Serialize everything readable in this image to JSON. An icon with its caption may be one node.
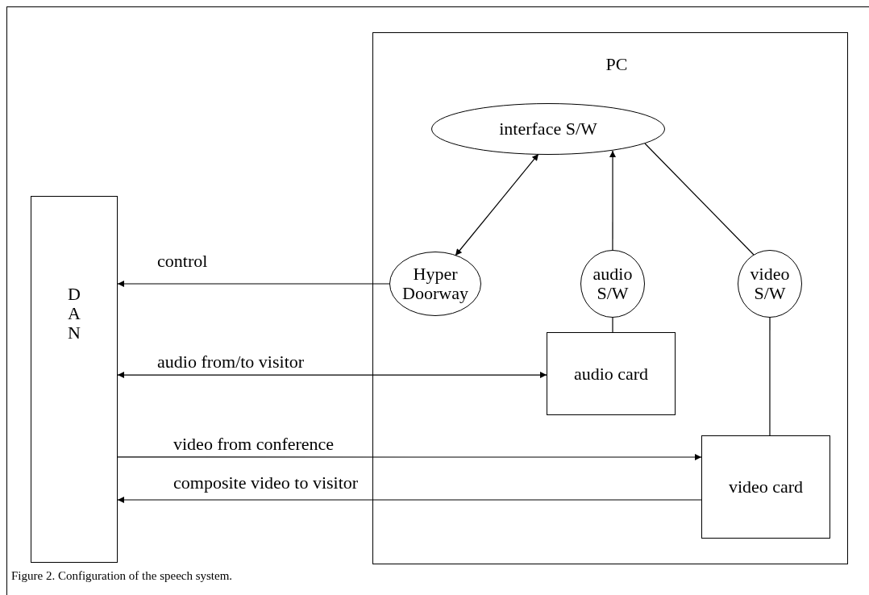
{
  "diagram": {
    "caption": "Figure 2. Configuration of the speech system.",
    "nodes": [
      {
        "text": [
          "D A N"
        ]
      },
      {
        "text": [
          "PC"
        ]
      },
      {
        "text": [
          "interface S/W"
        ],
        "in": 1
      },
      {
        "text": [
          "Hyper Doorway"
        ],
        "in": 1
      },
      {
        "text": [
          "audio S/W"
        ],
        "in": 1
      },
      {
        "text": [
          "video S/W"
        ],
        "in": 1
      },
      {
        "text": [
          "audio card"
        ],
        "in": 1
      },
      {
        "text": [
          "video card"
        ],
        "in": 1
      }
    ],
    "edges": [
      {
        "from": 3,
        "to": 2,
        "arrow": "both"
      },
      {
        "from": 4,
        "to": 2,
        "arrow": "to"
      },
      {
        "from": 2,
        "to": 5,
        "arrow": "none"
      },
      {
        "from": 3,
        "to": 0,
        "arrow": "to",
        "label": "control"
      },
      {
        "from": 0,
        "to": 6,
        "arrow": "both",
        "label": "audio from/to visitor"
      },
      {
        "from": 4,
        "to": 6,
        "arrow": "none"
      },
      {
        "from": 5,
        "to": 7,
        "arrow": "none"
      },
      {
        "from": 0,
        "to": 7,
        "arrow": "to",
        "label": "video from conference"
      },
      {
        "from": 7,
        "to": 0,
        "arrow": "to",
        "label": "composite video to visitor"
      }
    ]
  }
}
